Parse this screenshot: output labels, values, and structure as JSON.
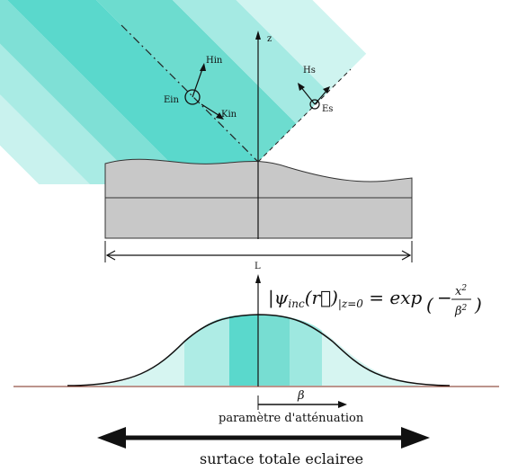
{
  "top_diagram": {
    "axis_z_label": "z",
    "incident_labels": {
      "magnetic": "Hin",
      "electric": "Ein",
      "wavevector": "Kin"
    },
    "scattered_labels": {
      "magnetic": "Hs",
      "electric": "Es"
    },
    "length_label": "L",
    "beam_colors": [
      "#9ee8e0",
      "#63d9cf",
      "#3fcfc3",
      "#bff1ec"
    ]
  },
  "bottom_diagram": {
    "formula": {
      "lhs": "|ψ",
      "lhs_sub": "inc",
      "arg": "(r⃗)",
      "bar_sub": "|z=0",
      "eq": " = exp",
      "num": "x",
      "num_sup": "2",
      "den": "β",
      "den_sup": "2",
      "minus": "−"
    },
    "beta_label": "β",
    "attenuation_label": "paramètre d'atténuation",
    "surface_label": "surtace totale eclairee",
    "gaussian_colors": [
      "#cdf3ef",
      "#7be0d6",
      "#46d2c6"
    ]
  }
}
